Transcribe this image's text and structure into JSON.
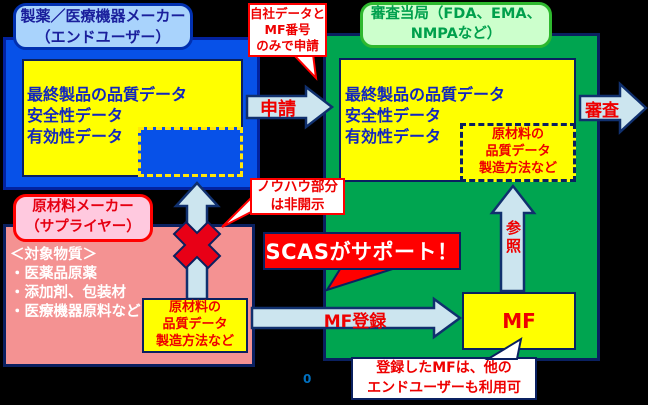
{
  "end_user": {
    "title": "製薬／医療機器メーカー\n（エンドユーザー）",
    "data_box": "最終製品の品質データ\n安全性データ\n有効性データ"
  },
  "authority": {
    "title": "審査当局（FDA、EMA、\nNMPAなど）",
    "data_box": "最終製品の品質データ\n安全性データ\n有効性データ",
    "mf_detail_box": "原材料の\n品質データ\n製造方法など",
    "mf_label": "MF"
  },
  "supplier": {
    "title": "原材料メーカー\n（サプライヤー）",
    "target_substances": "＜対象物質＞\n・医薬品原薬\n・添加剤、包装材\n・医療機器原料など",
    "data_box": "原材料の\n品質データ\n製造方法など"
  },
  "arrows": {
    "apply": "申請",
    "review": "審査",
    "register": "MF登録",
    "reference": "参照"
  },
  "callouts": {
    "own_data": "自社データと\nMF番号\nのみで申請",
    "knowhow": "ノウハウ部分\nは非開示",
    "scas": "SCASがサポート！",
    "mf_shared": "登録したMFは、他の\nエンドユーザーも利用可"
  },
  "page_number": "0",
  "colors": {
    "background": "#000000",
    "end_user_container": "#0751E8",
    "authority_container": "#00A550",
    "supplier_container": "#F49292",
    "data_box_yellow": "#FFFF00",
    "arrow_fill": "#CCE5EF",
    "accent_red": "#FF0000",
    "navy_border": "#0A2060"
  }
}
